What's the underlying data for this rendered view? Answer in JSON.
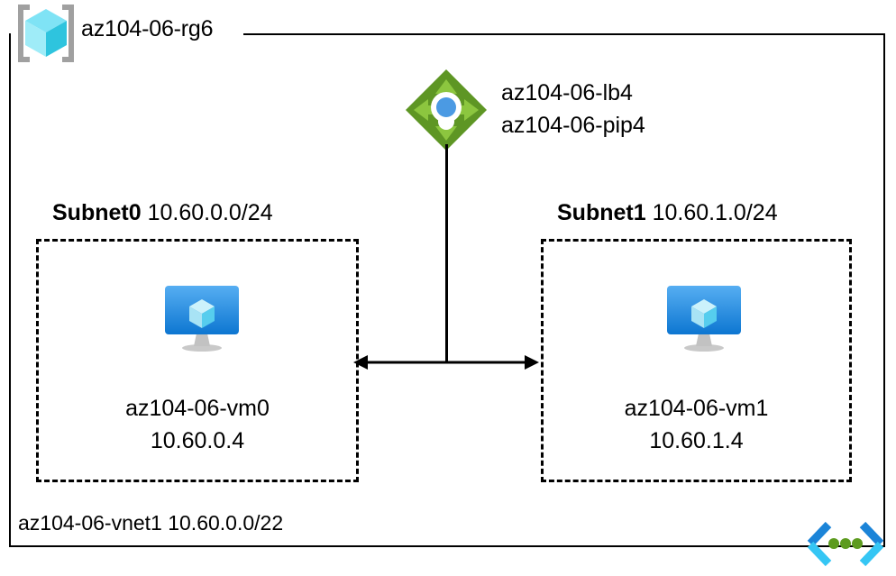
{
  "diagram": {
    "title": "az104-06-rg6",
    "resource_group": {
      "icon": "resource-group-cube-icon",
      "label": "az104-06-rg6"
    },
    "load_balancer": {
      "icon": "load-balancer-icon",
      "labels": [
        "az104-06-lb4",
        "az104-06-pip4"
      ]
    },
    "subnets": [
      {
        "name": "Subnet0",
        "cidr": "10.60.0.0/24",
        "vm": {
          "icon": "virtual-machine-icon",
          "name": "az104-06-vm0",
          "ip": "10.60.0.4"
        }
      },
      {
        "name": "Subnet1",
        "cidr": "10.60.1.0/24",
        "vm": {
          "icon": "virtual-machine-icon",
          "name": "az104-06-vm1",
          "ip": "10.60.1.4"
        }
      }
    ],
    "vnet": {
      "icon": "virtual-network-icon",
      "label": "az104-06-vnet1 10.60.0.0/22"
    },
    "colors": {
      "line": "#000000",
      "resource_group_cube_light": "#7fe3f5",
      "resource_group_cube_mid": "#32c8e6",
      "resource_group_cube_dark": "#3fbbd9",
      "resource_group_bracket": "#a0a0a0",
      "load_balancer_diamond": "#5e9624",
      "load_balancer_arrow": "#8cc63f",
      "load_balancer_dot": "#4b9ae3",
      "vm_screen_top": "#50a8f0",
      "vm_screen_bottom": "#0f7ad4",
      "vm_cube": "#a8e8f7",
      "vm_stand": "#b3b3b3",
      "vnet_chevron_top": "#1b84d8",
      "vnet_chevron_bottom": "#35c6f4",
      "vnet_dot": "#5d9b1f"
    }
  }
}
